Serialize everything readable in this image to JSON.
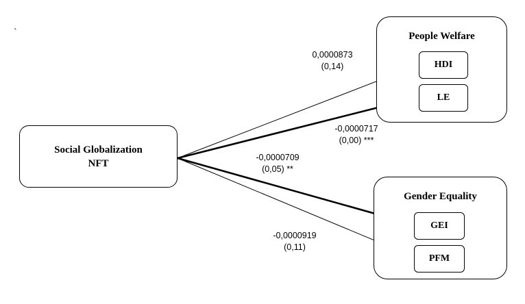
{
  "stray_mark": "`",
  "source": {
    "line1": "Social Globalization",
    "line2": "NFT"
  },
  "groups": [
    {
      "title": "People Welfare",
      "items": [
        "HDI",
        "LE"
      ]
    },
    {
      "title": "Gender Equality",
      "items": [
        "GEI",
        "PFM"
      ]
    }
  ],
  "paths": [
    {
      "target": "HDI",
      "coefficient": "0,0000873",
      "stat": "(0,14)"
    },
    {
      "target": "LE",
      "coefficient": "-0,0000717",
      "stat": "(0,00) ***"
    },
    {
      "target": "GEI",
      "coefficient": "-0,0000709",
      "stat": "(0,05) **"
    },
    {
      "target": "PFM",
      "coefficient": "-0,0000919",
      "stat": "(0,11)"
    }
  ]
}
